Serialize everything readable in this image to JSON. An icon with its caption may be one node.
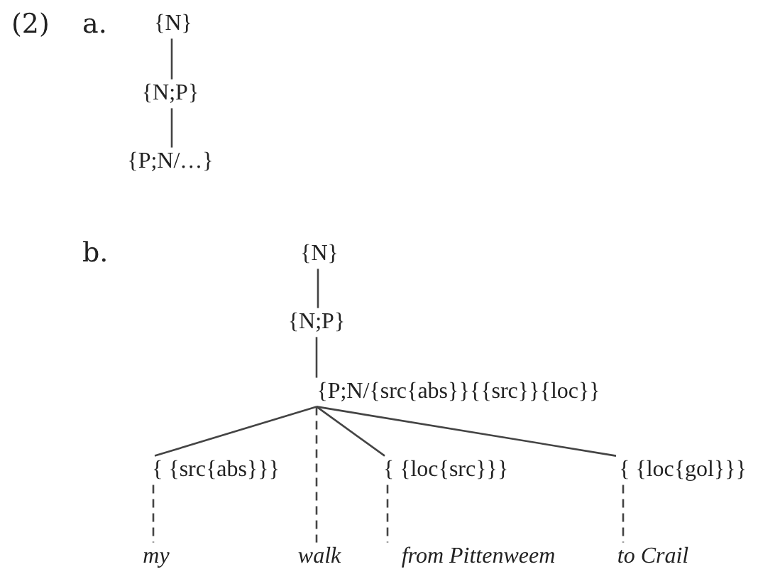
{
  "diagram": {
    "nodes": [
      {
        "text": [
          "{N}"
        ]
      },
      {
        "text": [
          "{N;P}"
        ]
      },
      {
        "text": [
          "{P;N/…}"
        ]
      },
      {
        "text": [
          "{N}"
        ]
      },
      {
        "text": [
          "{N;P}"
        ]
      },
      {
        "text": [
          "{P;N/{src{abs}}{{src}}{loc}}"
        ]
      },
      {
        "text": [
          "{ {src{abs}}}"
        ]
      },
      {
        "text": [
          "{ {loc{src}}}"
        ]
      },
      {
        "text": [
          "{ {loc{gol}}}"
        ]
      },
      {
        "text": [
          "my"
        ]
      },
      {
        "text": [
          "walk"
        ]
      },
      {
        "text": [
          "from Pittenweem"
        ]
      },
      {
        "text": [
          "to Crail"
        ]
      }
    ],
    "edges": [
      {
        "from": 0,
        "to": 1,
        "arrow": "none"
      },
      {
        "from": 1,
        "to": 2,
        "arrow": "none"
      },
      {
        "from": 3,
        "to": 4,
        "arrow": "none"
      },
      {
        "from": 4,
        "to": 5,
        "arrow": "none"
      },
      {
        "from": 5,
        "to": 6,
        "arrow": "none"
      },
      {
        "from": 5,
        "to": 7,
        "arrow": "none"
      },
      {
        "from": 5,
        "to": 8,
        "arrow": "none"
      },
      {
        "from": 5,
        "to": 10,
        "arrow": "none",
        "style": "dashed"
      },
      {
        "from": 6,
        "to": 9,
        "arrow": "none",
        "style": "dashed"
      },
      {
        "from": 7,
        "to": 11,
        "arrow": "none",
        "style": "dashed"
      },
      {
        "from": 8,
        "to": 12,
        "arrow": "none",
        "style": "dashed"
      }
    ],
    "labels": [
      "(2)",
      "a.",
      "b."
    ]
  }
}
